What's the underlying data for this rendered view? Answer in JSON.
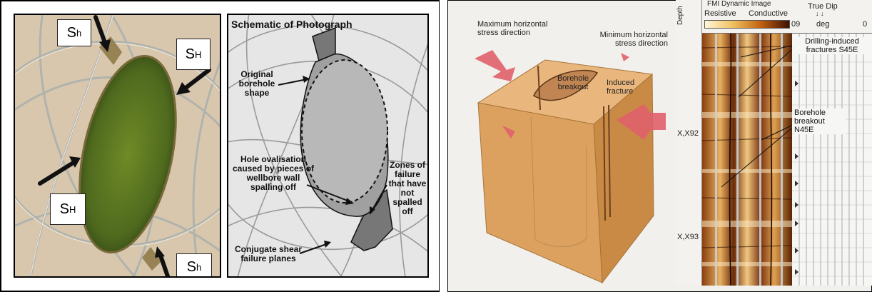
{
  "left_panel": {
    "photo_labels": [
      {
        "main": "S",
        "sub": "h"
      },
      {
        "main": "S",
        "sub": "H"
      },
      {
        "main": "S",
        "sub": "H"
      },
      {
        "main": "S",
        "sub": "h"
      }
    ],
    "schematic": {
      "title": "Schematic of Photograph",
      "annotations": {
        "original_shape": "Original borehole shape",
        "ovalisation": "Hole ovalisation caused by pieces of wellbore wall spalling off",
        "zones_failure": "Zones of failure that have not spalled off",
        "conjugate_shear": "Conjugate shear failure planes"
      }
    }
  },
  "right_panel": {
    "block": {
      "max_stress": "Maximum horizontal stress direction",
      "min_stress": "Minimum horizontal stress direction",
      "breakout": "Borehole breakout",
      "induced": "Induced fracture"
    },
    "log": {
      "depth_header": "Depth",
      "image_title": "FMI Dynamic Image",
      "resistive": "Resistive",
      "conductive": "Conductive",
      "dip_title": "True Dip",
      "dip_unit": "deg",
      "dip_min": "09",
      "dip_max": "0",
      "depth_1": "X,X92",
      "depth_2": "X,X93",
      "annotation_fractures": "Drilling-induced fractures S45E",
      "annotation_breakout": "Borehole breakout N45E"
    }
  },
  "colors": {
    "photo_bg": "#d9c7ad",
    "borehole_green": "#4f6a1e",
    "schematic_bg": "#e6e6e6",
    "arrow_red": "#e0606a",
    "block_top": "#e9b77d",
    "block_front": "#dca15e",
    "block_side": "#c98a45"
  }
}
